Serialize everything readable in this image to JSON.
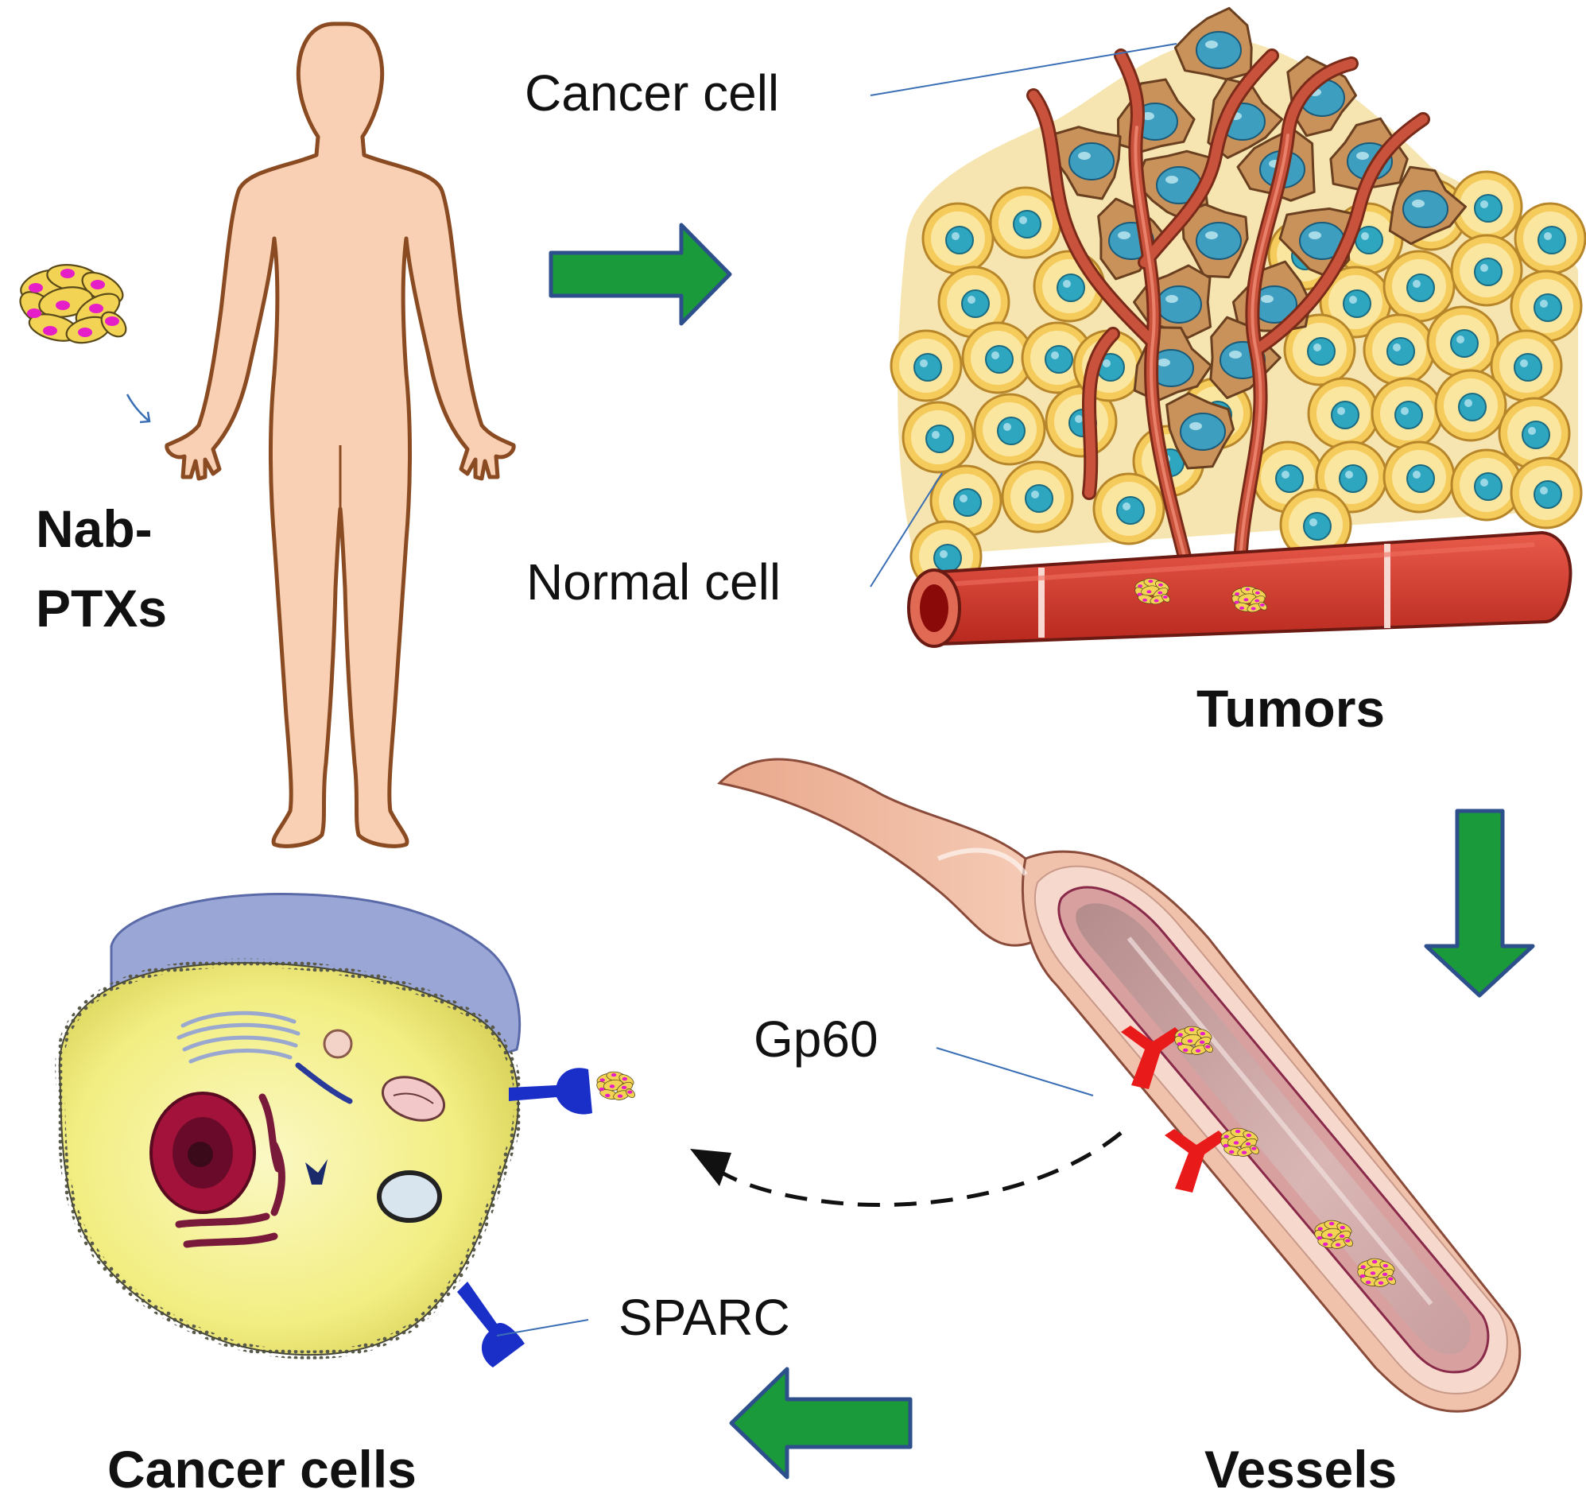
{
  "labels": {
    "nab_ptx_line1": "Nab-",
    "nab_ptx_line2": "PTXs",
    "cancer_cell": "Cancer cell",
    "normal_cell": "Normal cell",
    "tumors": "Tumors",
    "gp60": "Gp60",
    "sparc": "SPARC",
    "cancer_cells": "Cancer cells",
    "vessels": "Vessels"
  },
  "colors": {
    "body_fill": "#f9d0b3",
    "body_outline": "#8a4b22",
    "arrow_fill": "#1a9a3a",
    "arrow_outline": "#2d4f8c",
    "nanoparticle_yellow": "#f2d354",
    "nanoparticle_magenta": "#e61ec8",
    "normal_cell_outer": "#f2c95c",
    "normal_cell_nucleus": "#2ea6c0",
    "cancer_cell_fill": "#c8925a",
    "cancer_nucleus": "#3d9ec0",
    "tumor_vessel": "#c9523c",
    "blood_red": "#d61f1f",
    "gp60_red": "#e81a1a",
    "sparc_blue": "#1a2fc8",
    "cell_cytoplasm": "#f3f08c",
    "cell_membrane_top": "#9aa6d6",
    "nucleus_red": "#a3123a",
    "vessel_wall": "#f3c4b0",
    "vessel_lumen": "#c9a3a3",
    "leader_line": "#3a6fb5"
  },
  "icons": [
    "nanoparticle-icon",
    "human-body-icon",
    "tumor-tissue-icon",
    "blood-vessel-icon",
    "cancer-cell-icon",
    "flow-arrow-icon"
  ]
}
